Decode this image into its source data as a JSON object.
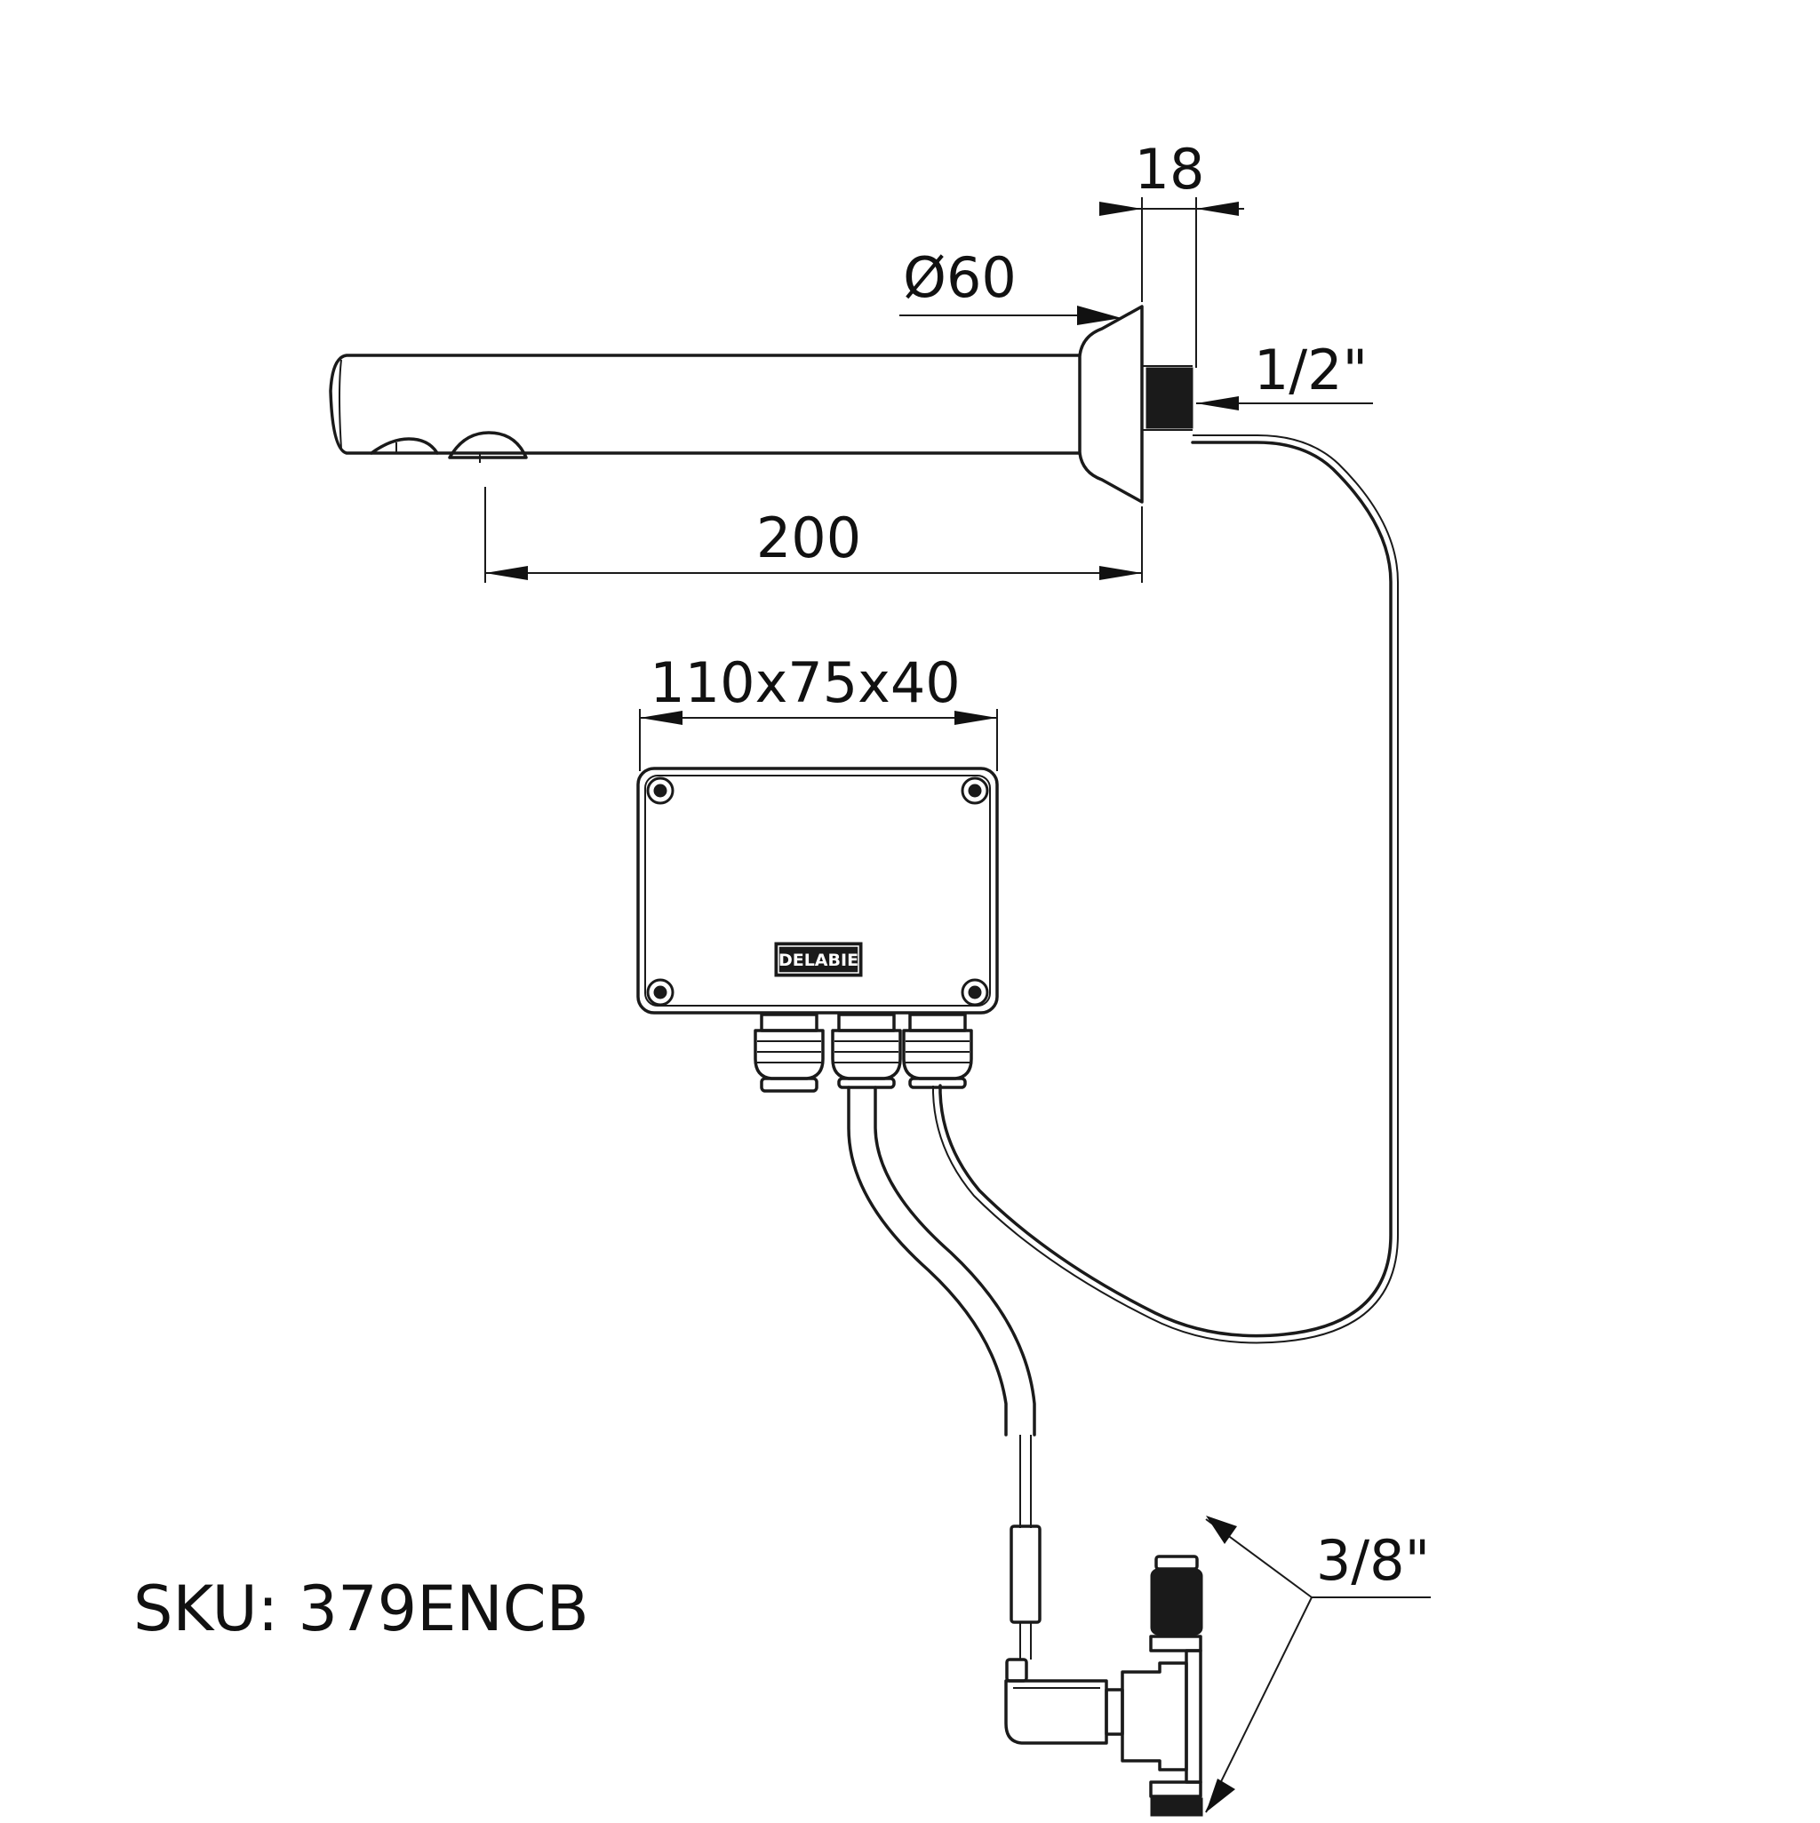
{
  "dimensions": {
    "wall_depth": "18",
    "diameter": "Ø60",
    "inlet_thread": "1/2\"",
    "spout_length": "200",
    "box_size": "110x75x40",
    "valve_threads": "3/8\""
  },
  "brand_logo": "DELABIE",
  "sku": "SKU: 379ENCB"
}
